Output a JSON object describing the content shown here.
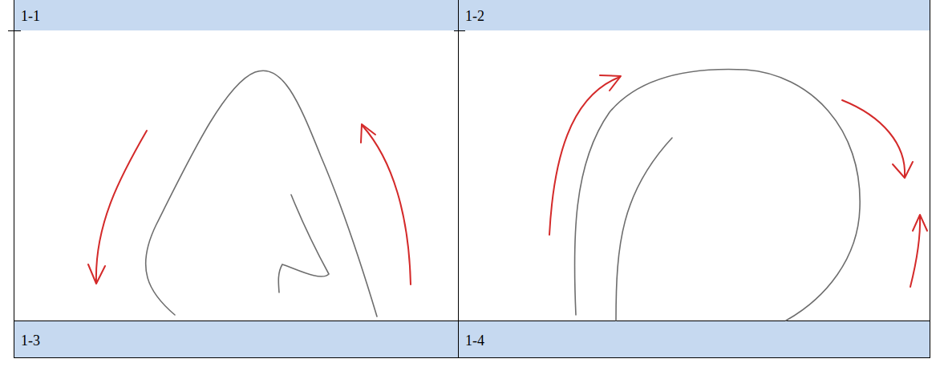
{
  "diagram": {
    "labels": [
      "1-1",
      "1-2",
      "1-3",
      "1-4"
    ]
  }
}
